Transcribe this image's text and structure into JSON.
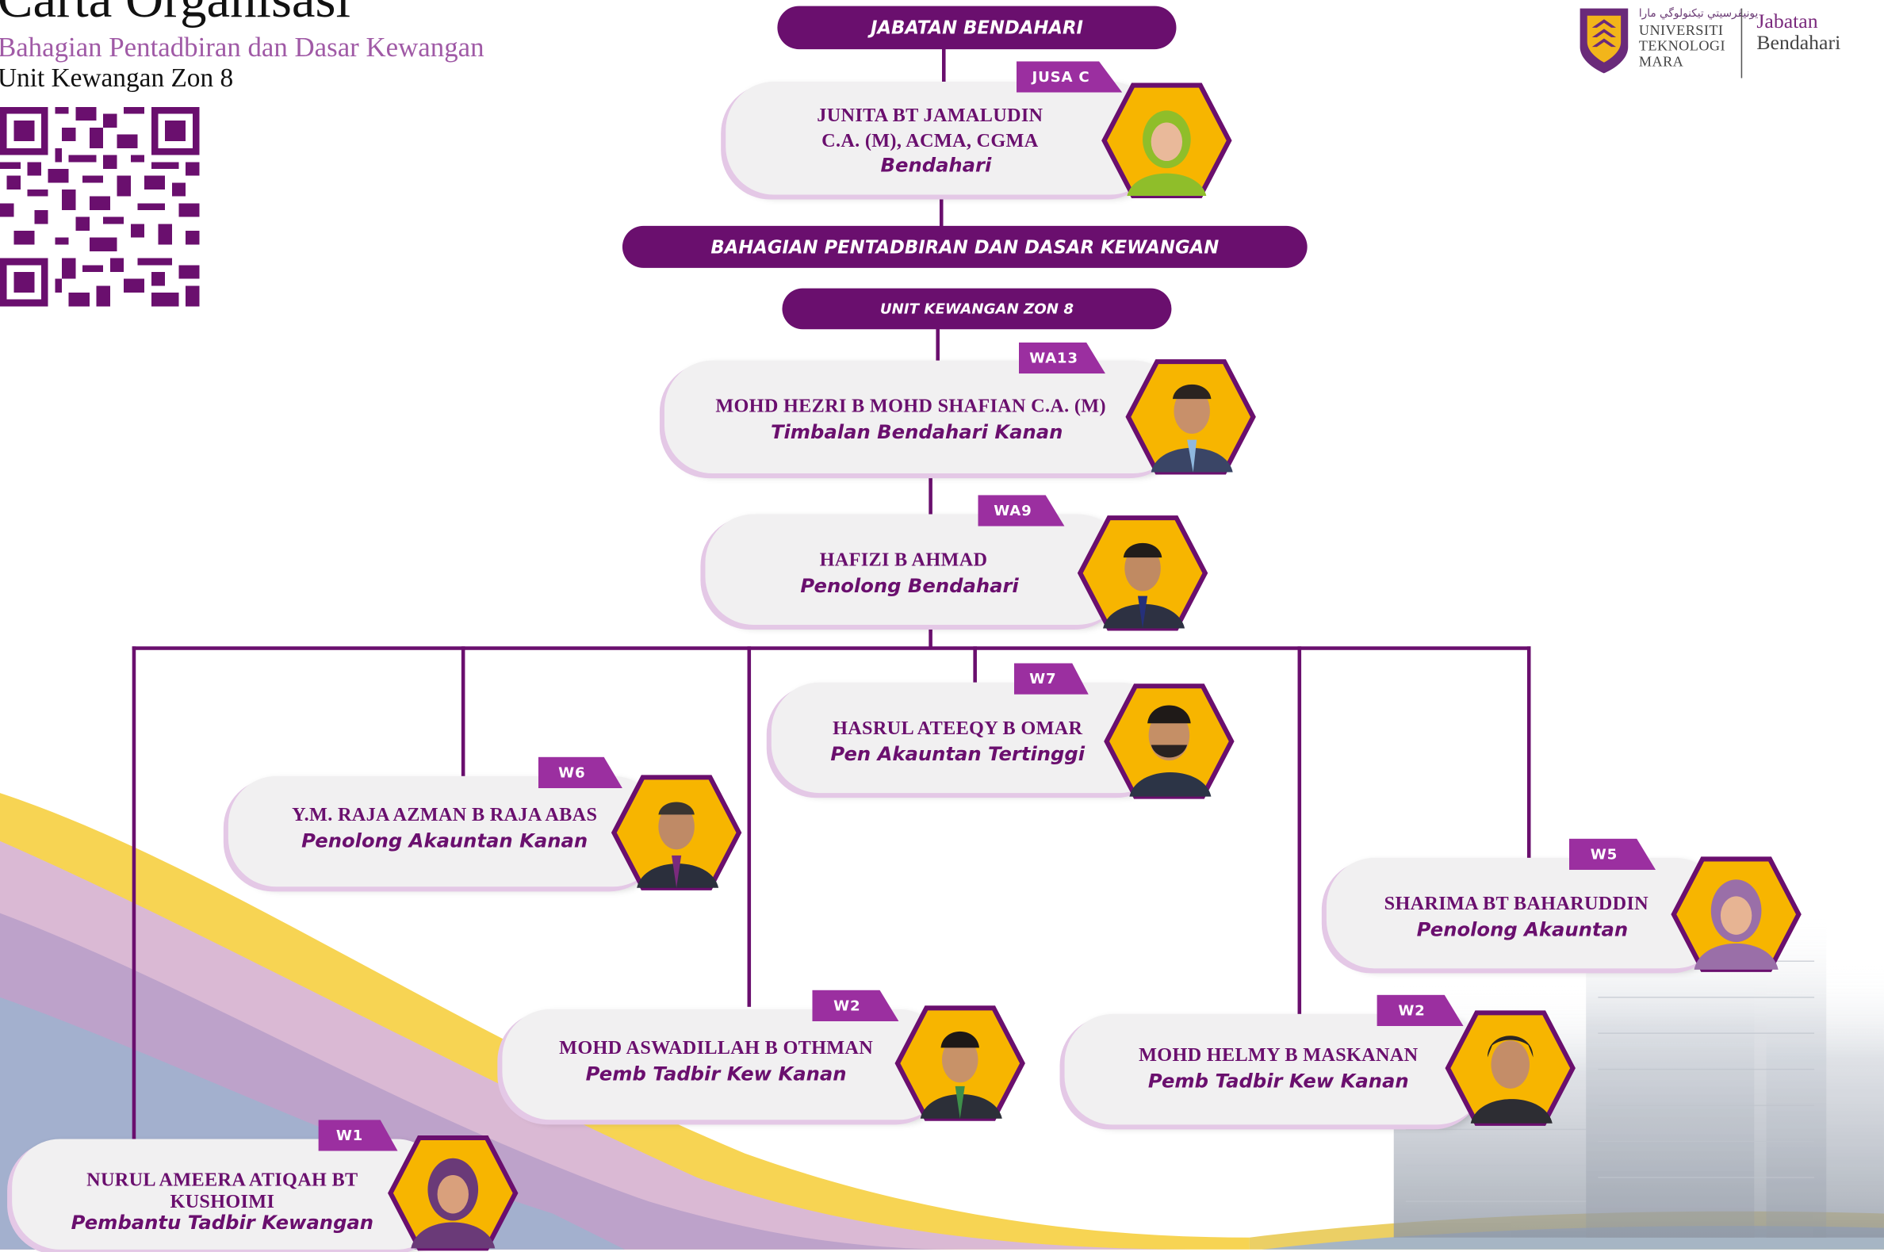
{
  "header": {
    "title": "Carta Organisasi",
    "subtitle": "Bahagian Pentadbiran dan Dasar Kewangan",
    "unit": "Unit Kewangan Zon 8"
  },
  "logo": {
    "arabic": "ﯾﻮﻧﯿﭭﺮﺳﯿﺘﻲ ﺗﯿﻜﻨﻮﻟﻮﮔﻲ ﻣﺎرا",
    "uni_line1": "UNIVERSITI",
    "uni_line2": "TEKNOLOGI",
    "uni_line3": "MARA",
    "dept_line1": "Jabatan",
    "dept_line2": "Bendahari"
  },
  "colors": {
    "primary": "#6a0f6e",
    "accent": "#9b2fa0",
    "subtitle": "#a05aa6",
    "card_bg": "#f1f0f1",
    "hex_fill": "#f7b500"
  },
  "headings": {
    "dept": "JABATAN BENDAHARI",
    "division": "BAHAGIAN PENTADBIRAN DAN DASAR KEWANGAN",
    "unit": "UNIT KEWANGAN ZON 8"
  },
  "staff": {
    "junita": {
      "grade": "JUSA C",
      "name1": "JUNITA BT JAMALUDIN",
      "name2": "C.A. (M), ACMA, CGMA",
      "role": "Bendahari"
    },
    "hezri": {
      "grade": "WA13",
      "name1": "MOHD HEZRI B MOHD SHAFIAN C.A. (M)",
      "role": "Timbalan Bendahari Kanan"
    },
    "hafizi": {
      "grade": "WA9",
      "name1": "HAFIZI B AHMAD",
      "role": "Penolong Bendahari"
    },
    "hasrul": {
      "grade": "W7",
      "name1": "HASRUL ATEEQY B OMAR",
      "role": "Pen Akauntan Tertinggi"
    },
    "raja": {
      "grade": "W6",
      "name1": "Y.M. RAJA AZMAN B RAJA ABAS",
      "role": "Penolong Akauntan Kanan"
    },
    "sharima": {
      "grade": "W5",
      "name1": "SHARIMA BT BAHARUDDIN",
      "role": "Penolong Akauntan"
    },
    "aswadillah": {
      "grade": "W2",
      "name1": "MOHD ASWADILLAH B OTHMAN",
      "role": "Pemb Tadbir Kew Kanan"
    },
    "helmy": {
      "grade": "W2",
      "name1": "MOHD HELMY B MASKANAN",
      "role": "Pemb Tadbir Kew Kanan"
    },
    "nurul": {
      "grade": "W1",
      "name1": "NURUL AMEERA ATIQAH BT",
      "name2": "KUSHOIMI",
      "role": "Pembantu Tadbir Kewangan"
    }
  },
  "icons": {
    "qr": "qr-code-icon",
    "logo": "uitm-shield-icon",
    "portrait": "hexagon-portrait-icon"
  }
}
